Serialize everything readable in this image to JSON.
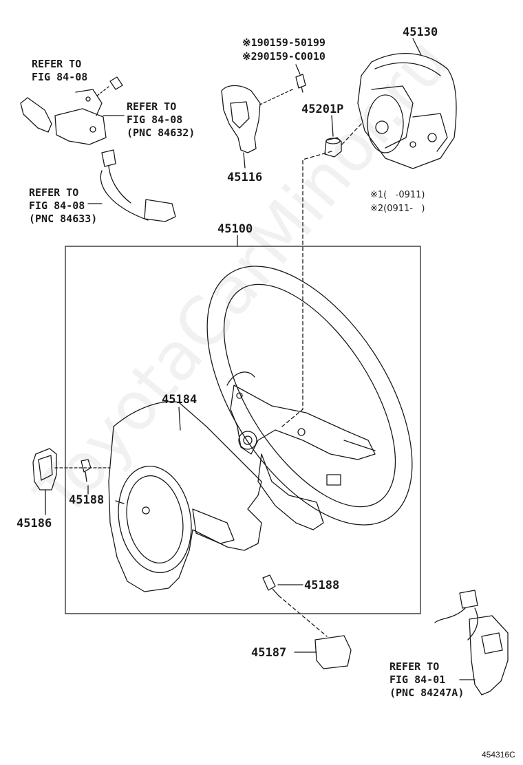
{
  "watermark": "ToyotaCarMinor.ru",
  "figure_id": "454316C",
  "parts": {
    "p45130": "45130",
    "p45201p": "45201P",
    "p45116": "45116",
    "p45100": "45100",
    "p45184": "45184",
    "p45188a": "45188",
    "p45188b": "45188",
    "p45186": "45186",
    "p45187": "45187"
  },
  "bolt_variants": {
    "v1": "※190159-50199",
    "v2": "※290159-C0010"
  },
  "date_notes": {
    "n1": "※1(   -0911)",
    "n2": "※2(0911-   )"
  },
  "refs": {
    "r1_line1": "REFER TO",
    "r1_line2": "FIG 84-08",
    "r2_line1": "REFER TO",
    "r2_line2": "FIG 84-08",
    "r2_line3": "(PNC 84632)",
    "r3_line1": "REFER TO",
    "r3_line2": "FIG 84-08",
    "r3_line3": "(PNC 84633)",
    "r4_line1": "REFER TO",
    "r4_line2": "FIG 84-01",
    "r4_line3": "(PNC 84247A)"
  },
  "colors": {
    "ink": "#1a1a1a",
    "background": "#ffffff"
  }
}
